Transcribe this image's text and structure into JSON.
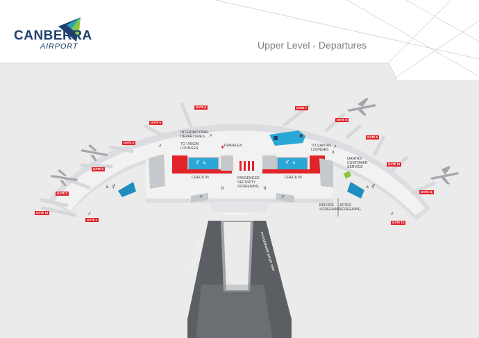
{
  "brand": {
    "name": "CANBERRA",
    "sub": "AIRPORT"
  },
  "level_title": "Upper Level - Departures",
  "labels": {
    "international_departures": "INTERNATIONAL\nDEPARTURES",
    "to_virgin_lounges": "TO VIRGIN\nLOUNGES",
    "travelex": "TRAVELEX",
    "to_qantas_lounges": "TO QANTAS\nLOUNGES",
    "qantas_customer_service": "QANTAS\nCUSTOMER\nSERVICE",
    "check_in_left": "CHECK IN",
    "check_in_right": "CHECK IN",
    "passenger_security_screening": "PASSENGER\nSECURITY\nSCREENING",
    "before_screening": "BEFORE\nSCREENING",
    "after_screening": "AFTER\nSCREENING",
    "entrance_exit": "ENTRANCE • EXIT",
    "passenger_drop_off_left": "PASSENGER DROP OFF",
    "passenger_drop_off_right": "PASSENGER DROP OFF"
  },
  "gates": [
    {
      "label": "GATE 1",
      "key": "gate-1"
    },
    {
      "label": "GATE 2",
      "key": "gate-2"
    },
    {
      "label": "GATE 3",
      "key": "gate-3"
    },
    {
      "label": "GATE 4",
      "key": "gate-4"
    },
    {
      "label": "GATE 5",
      "key": "gate-5"
    },
    {
      "label": "GATE 6",
      "key": "gate-6"
    },
    {
      "label": "GATE 7",
      "key": "gate-7"
    },
    {
      "label": "GATE 8",
      "key": "gate-8"
    },
    {
      "label": "GATE 9",
      "key": "gate-9"
    },
    {
      "label": "GATE 10",
      "key": "gate-10"
    },
    {
      "label": "GATE 11",
      "key": "gate-11"
    },
    {
      "label": "GATE 12",
      "key": "gate-12"
    },
    {
      "label": "GATE 13",
      "key": "gate-13"
    }
  ],
  "icons": {
    "toilets": "toilets-icon",
    "accessible": "accessible-toilet-icon",
    "baby_change": "baby-change-icon",
    "escalator": "escalator-icon",
    "lift": "lift-icon",
    "info": "information-icon",
    "luggage": "luggage-icon",
    "plane": "plane-icon"
  },
  "colors": {
    "brand_navy": "#1f3f6e",
    "brand_green": "#8cc63f",
    "brand_teal": "#29a3b8",
    "gate_red": "#e0242a",
    "checkin_red": "#e0242a",
    "amenity_blue": "#2aa7d6",
    "floor": "#f2f2f2",
    "background": "#ebebeb",
    "road": "#5b5e63",
    "qantas_green": "#8cc63f"
  }
}
